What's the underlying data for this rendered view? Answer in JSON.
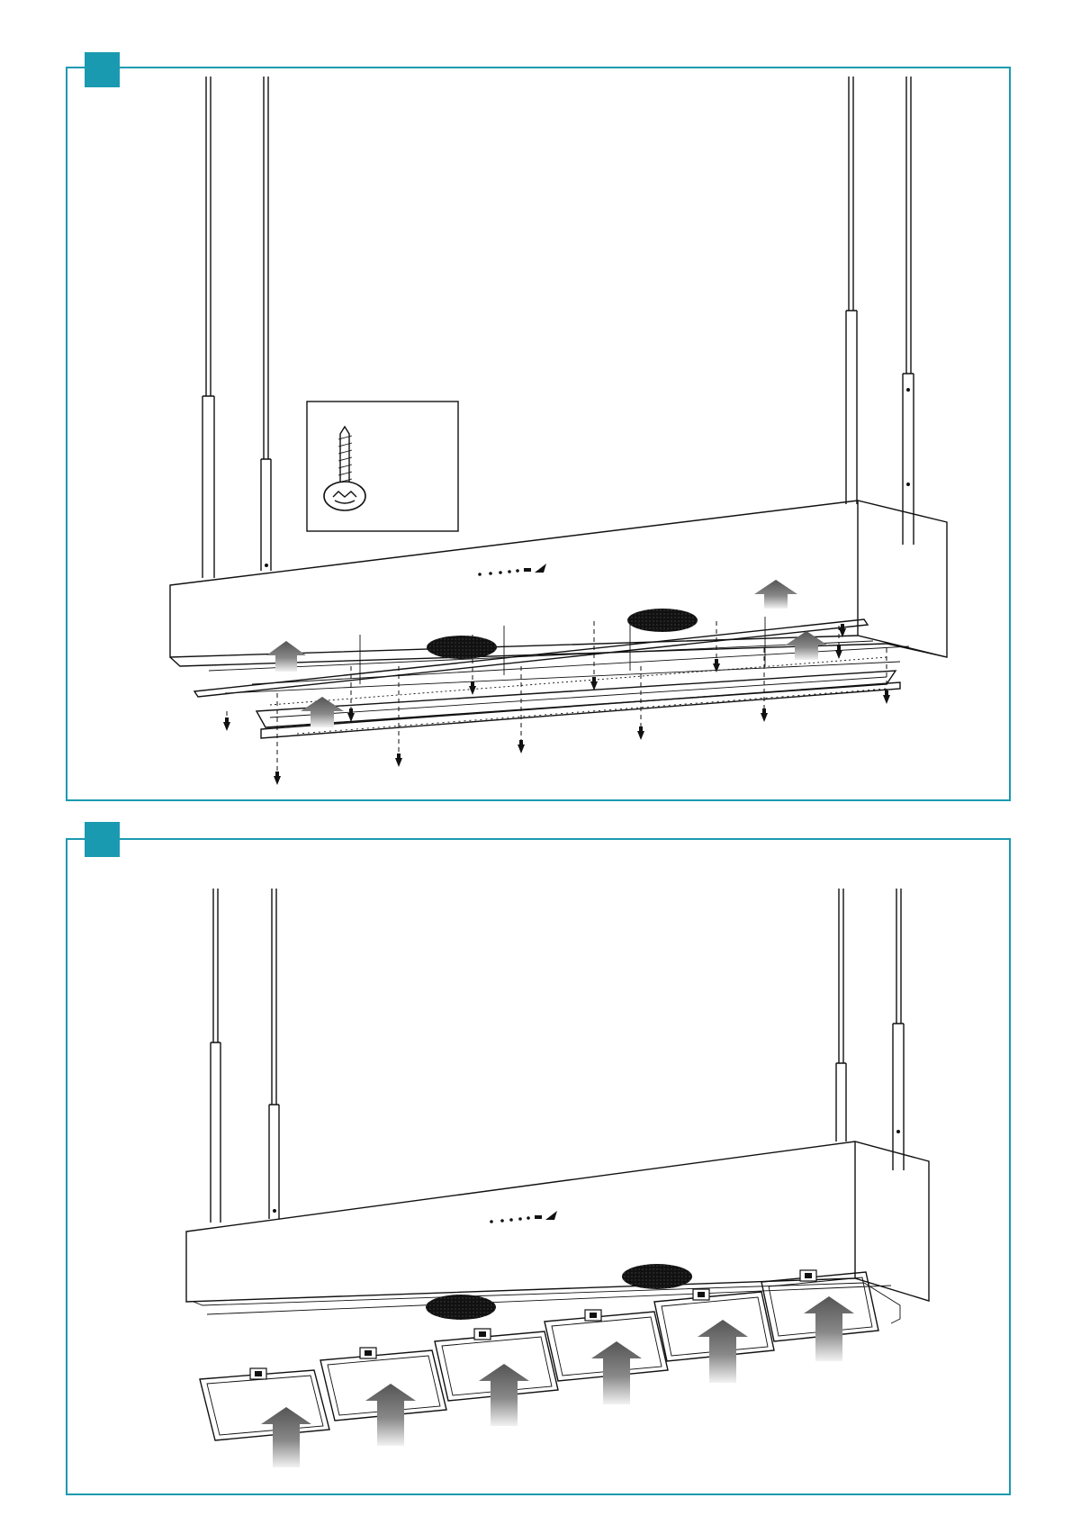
{
  "colors": {
    "accent": "#1a9ab0",
    "line": "#111111",
    "arrow_dark": "#555555",
    "arrow_light": "#f0f0f0"
  },
  "steps": [
    {
      "badge_color": "#1a9ab0",
      "inset_icon": "screw-icon",
      "arrows": 4,
      "screws": 13
    },
    {
      "badge_color": "#1a9ab0",
      "arrows": 6,
      "filters": 6
    }
  ]
}
